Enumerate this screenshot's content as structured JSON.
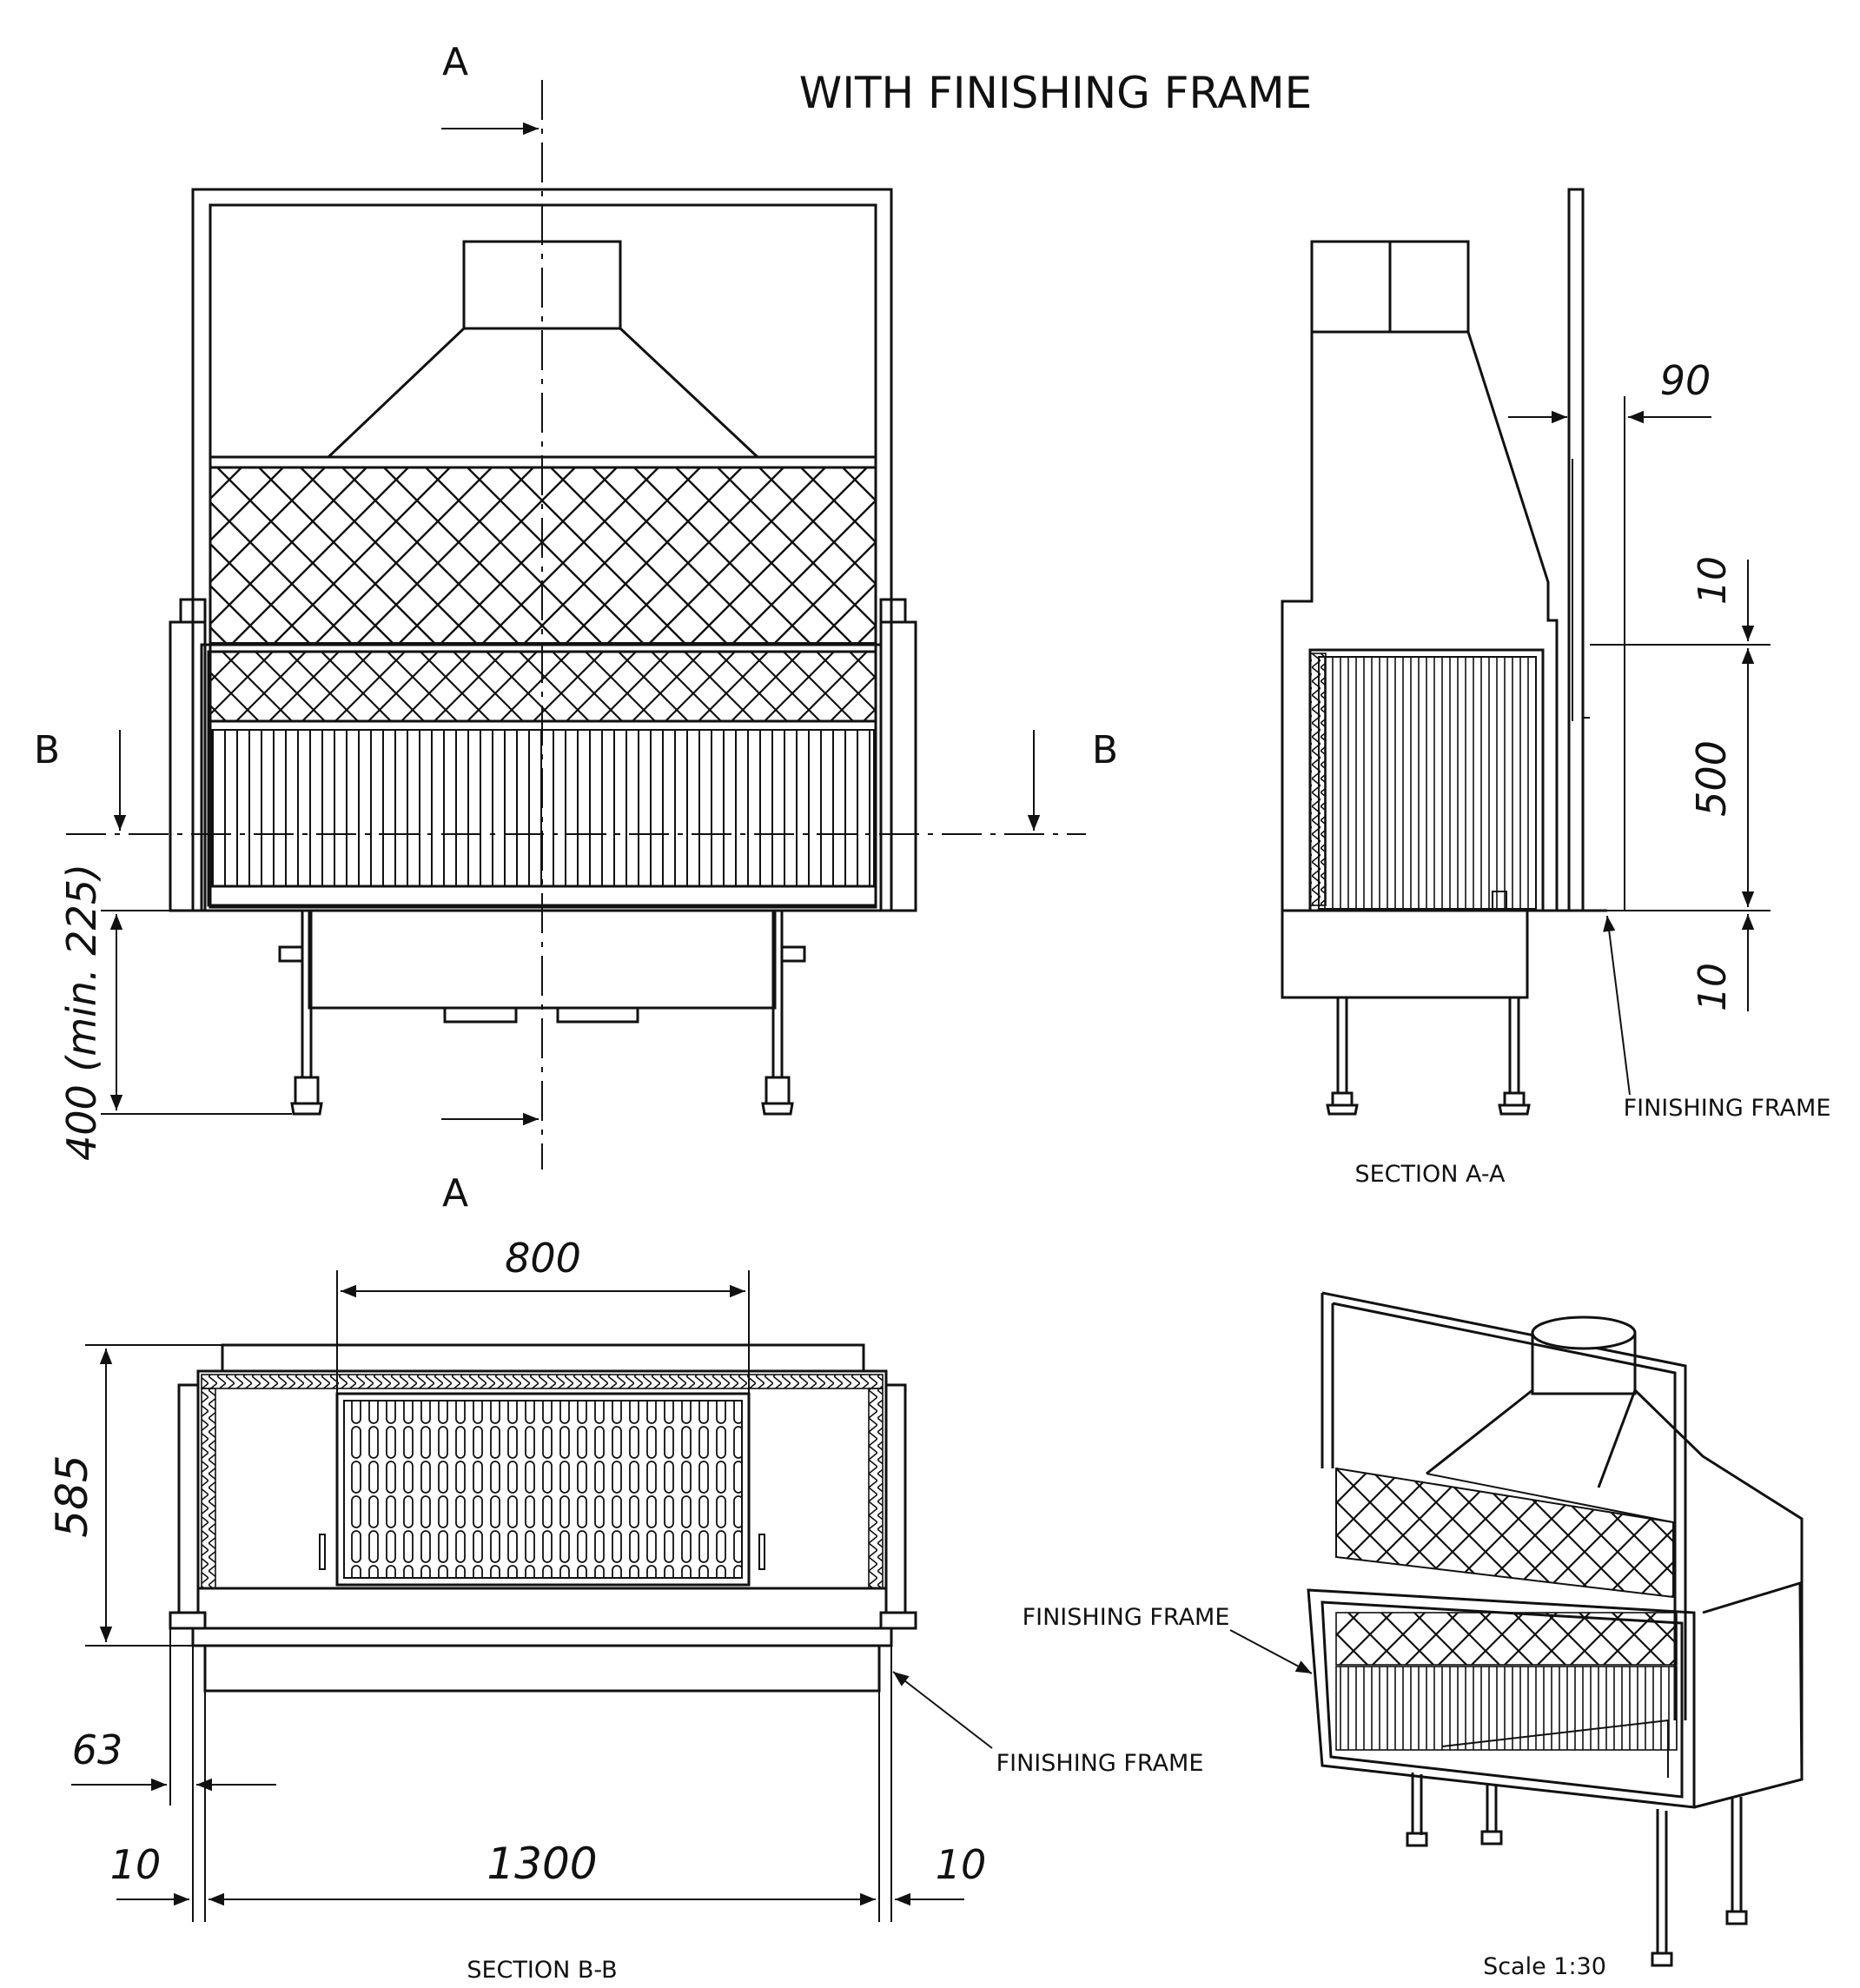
{
  "title": "WITH FINISHING FRAME",
  "section_markers": {
    "a_top": "A",
    "a_bottom": "A",
    "b_left": "B",
    "b_right": "B"
  },
  "dimensions": {
    "front_height": "400 (min. 225)",
    "side_offset": "90",
    "side_top_gap": "10",
    "side_opening": "500",
    "side_bottom_gap": "10",
    "plan_width_top": "800",
    "plan_depth": "585",
    "plan_offset": "63",
    "plan_left_gap": "10",
    "plan_width": "1300",
    "plan_right_gap": "10"
  },
  "labels": {
    "finishing_frame_side": "FINISHING FRAME",
    "finishing_frame_plan": "FINISHING FRAME",
    "finishing_frame_iso": "FINISHING FRAME",
    "section_aa": "SECTION A-A",
    "section_bb": "SECTION B-B",
    "scale": "Scale 1:30"
  }
}
